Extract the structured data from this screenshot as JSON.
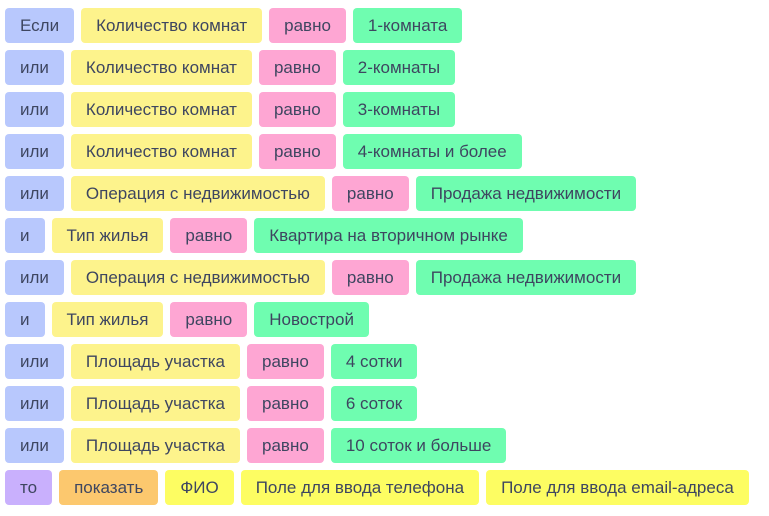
{
  "colors": {
    "connector": "#b8c8fd",
    "field": "#fdf38c",
    "operator": "#fea6d3",
    "value": "#6ffdb0",
    "then": "#c9b0fd",
    "action": "#fcc86e",
    "target": "#fdfd62",
    "text": "#3e4660"
  },
  "conditions": [
    {
      "connector": "Если",
      "field": "Количество комнат",
      "operator": "равно",
      "value": "1-комната"
    },
    {
      "connector": "или",
      "field": "Количество комнат",
      "operator": "равно",
      "value": "2-комнаты"
    },
    {
      "connector": "или",
      "field": "Количество комнат",
      "operator": "равно",
      "value": "3-комнаты"
    },
    {
      "connector": "или",
      "field": "Количество комнат",
      "operator": "равно",
      "value": "4-комнаты и более"
    },
    {
      "connector": "или",
      "field": "Операция с недвижимостью",
      "operator": "равно",
      "value": "Продажа недвижимости"
    },
    {
      "connector": "и",
      "field": "Тип жилья",
      "operator": "равно",
      "value": "Квартира на вторичном рынке"
    },
    {
      "connector": "или",
      "field": "Операция с недвижимостью",
      "operator": "равно",
      "value": "Продажа недвижимости"
    },
    {
      "connector": "и",
      "field": "Тип жилья",
      "operator": "равно",
      "value": "Новострой"
    },
    {
      "connector": "или",
      "field": "Площадь участка",
      "operator": "равно",
      "value": "4 сотки"
    },
    {
      "connector": "или",
      "field": "Площадь участка",
      "operator": "равно",
      "value": "6 соток"
    },
    {
      "connector": "или",
      "field": "Площадь участка",
      "operator": "равно",
      "value": "10 соток и больше"
    }
  ],
  "result": {
    "then": "то",
    "action": "показать",
    "targets": [
      "ФИО",
      "Поле для ввода телефона",
      "Поле для ввода email-адреса"
    ]
  }
}
